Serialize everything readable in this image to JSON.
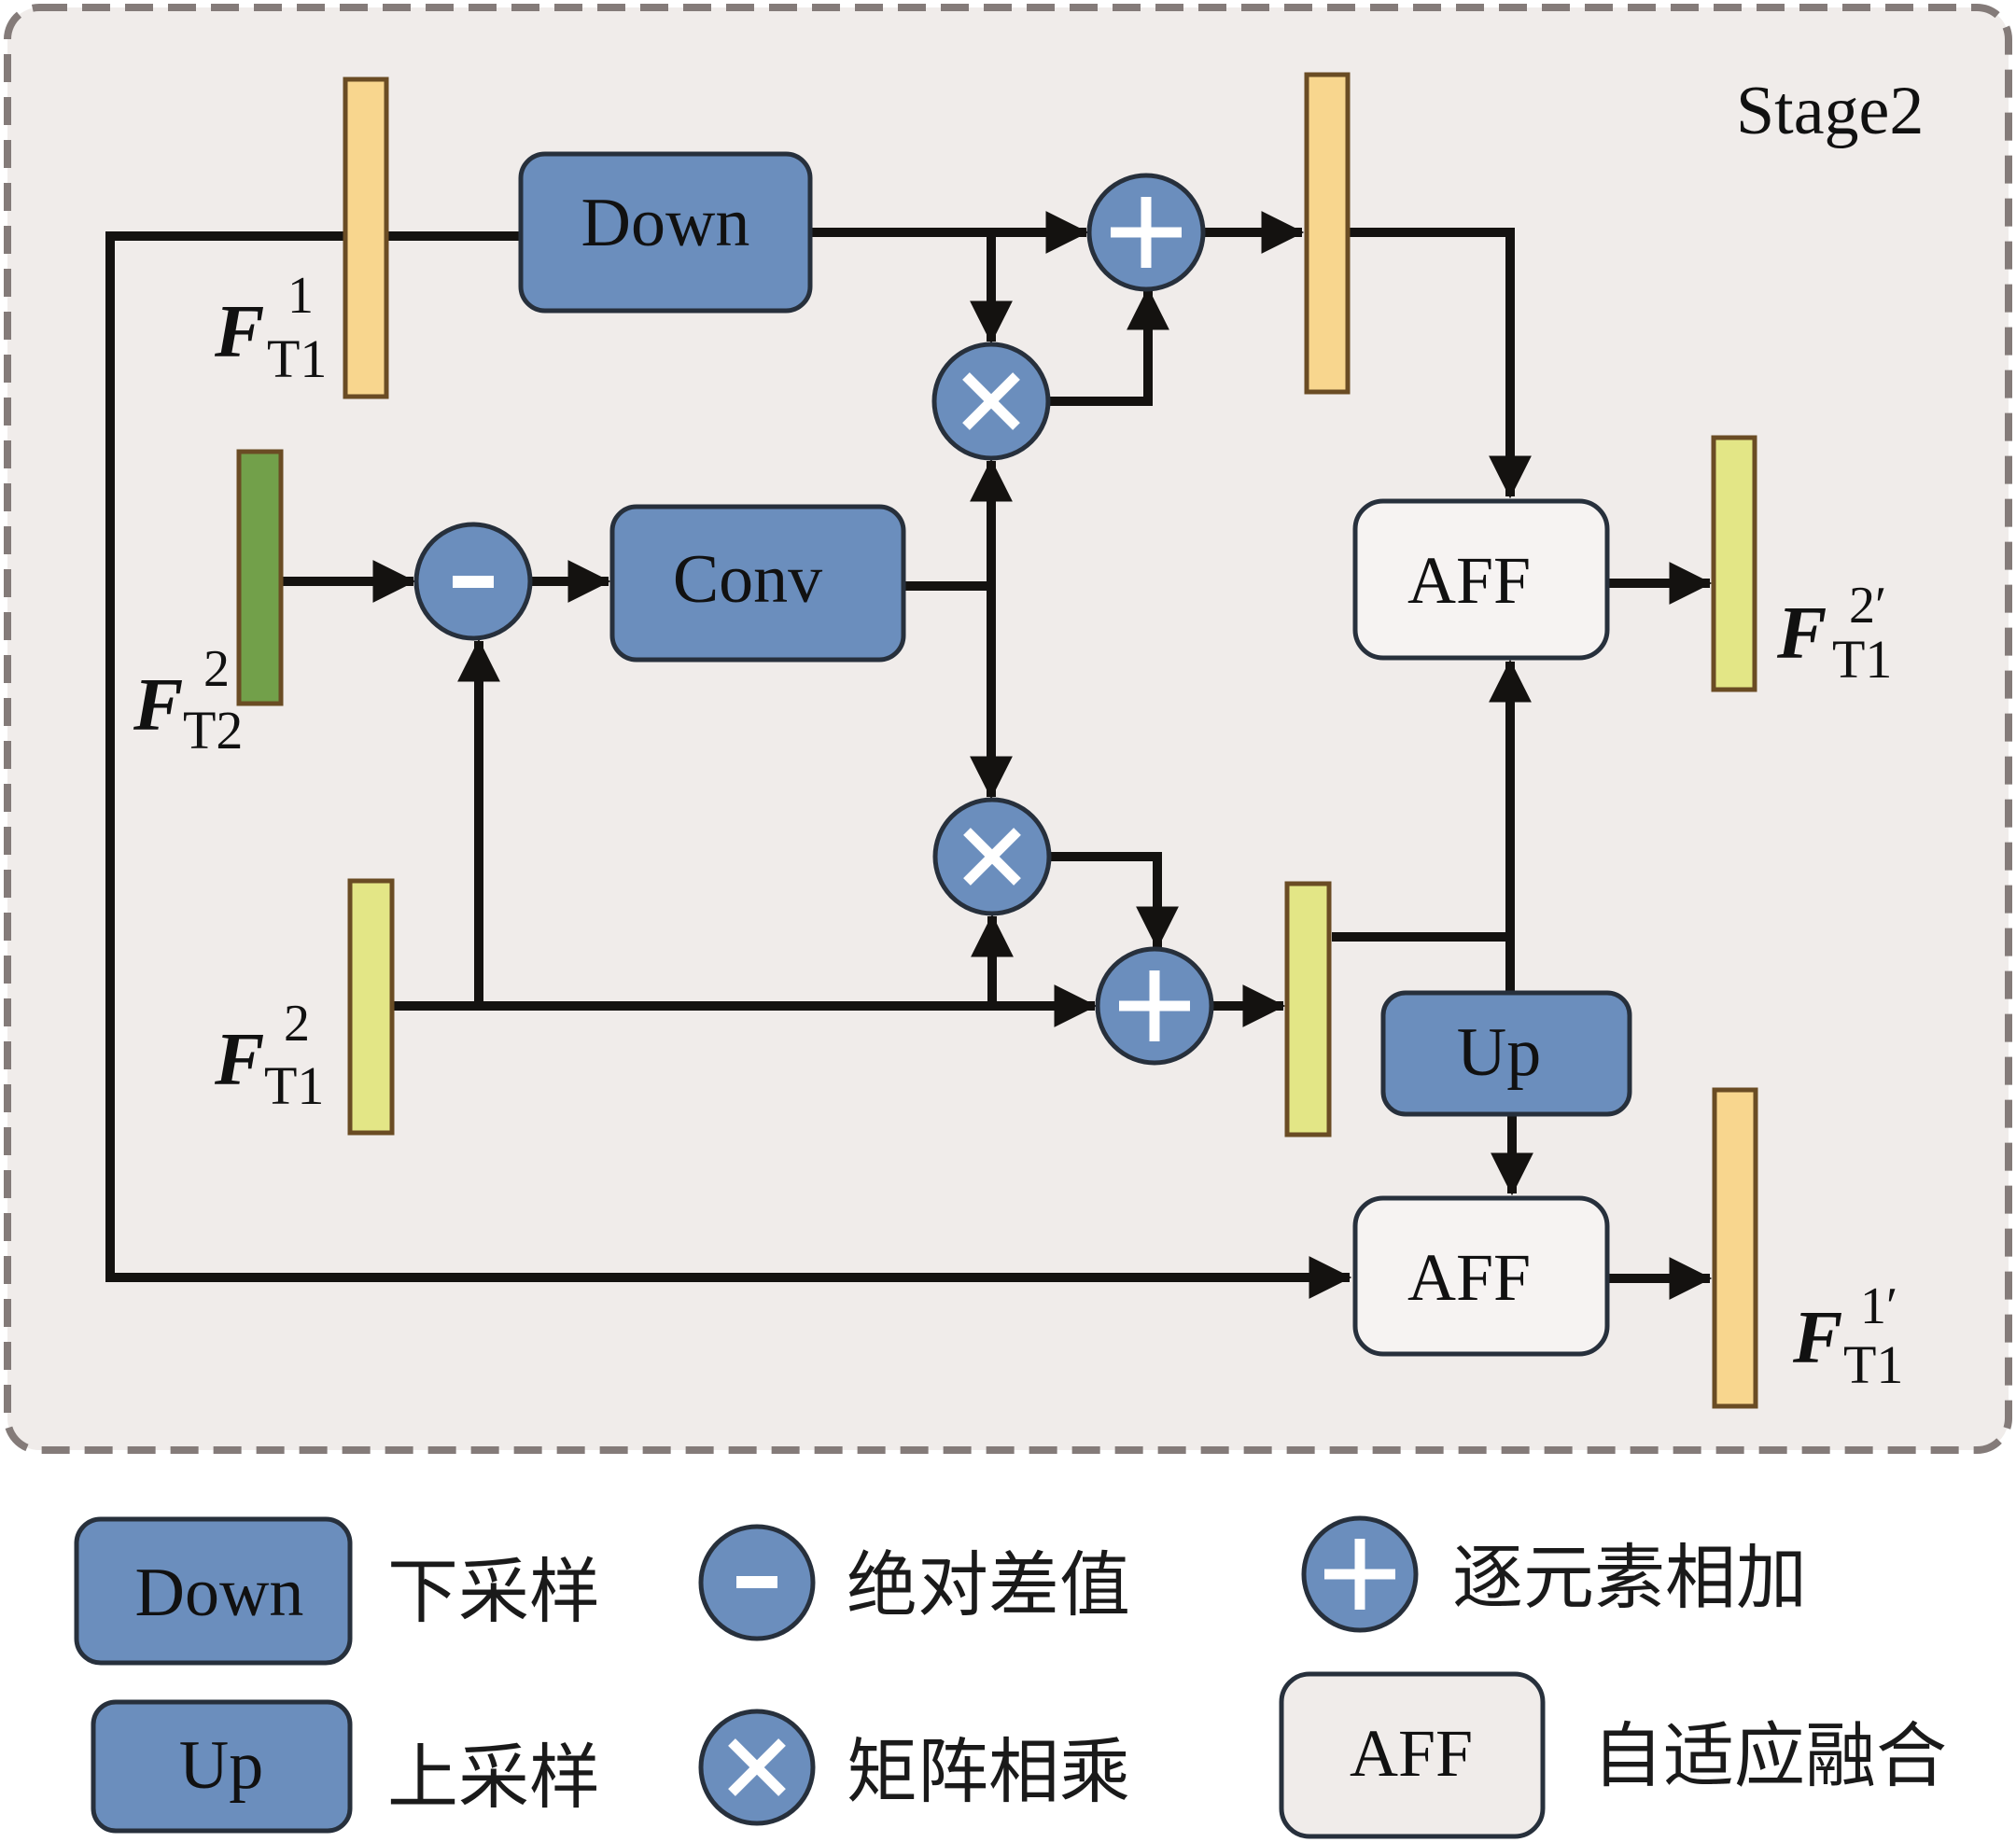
{
  "stage_label": "Stage2",
  "colors": {
    "background": "#f0ecea",
    "frame_dash": "#847b79",
    "block_blue": "#6b8ebd",
    "block_border": "#27303c",
    "feature_orange": "#f8d68e",
    "feature_yellow_green": "#e3e686",
    "feature_green": "#72a04a",
    "feature_border": "#6a4c24",
    "wire": "#141210"
  },
  "blocks": {
    "down": "Down",
    "conv": "Conv",
    "aff_top": "AFF",
    "up": "Up",
    "aff_bottom": "AFF"
  },
  "operators": {
    "minus": "−",
    "plus": "+",
    "times": "×"
  },
  "features": {
    "ft1_1": {
      "base": "F",
      "sub": "T1",
      "sup": "1"
    },
    "ft2_2": {
      "base": "F",
      "sub": "T2",
      "sup": "2"
    },
    "ft1_2": {
      "base": "F",
      "sub": "T1",
      "sup": "2"
    },
    "ft1_2_out": {
      "base": "F",
      "sub": "T1",
      "sup": "2′"
    },
    "ft1_1_out": {
      "base": "F",
      "sub": "T1",
      "sup": "1′"
    }
  },
  "legend": [
    {
      "symbol": "Down",
      "kind": "blue-box",
      "label": "下采样"
    },
    {
      "symbol": "Up",
      "kind": "blue-box",
      "label": "上采样"
    },
    {
      "symbol": "minus",
      "kind": "operator",
      "label": "绝对差值"
    },
    {
      "symbol": "times",
      "kind": "operator",
      "label": "矩阵相乘"
    },
    {
      "symbol": "plus",
      "kind": "operator",
      "label": "逐元素相加"
    },
    {
      "symbol": "AFF",
      "kind": "aff-box",
      "label": "自适应融合"
    }
  ]
}
